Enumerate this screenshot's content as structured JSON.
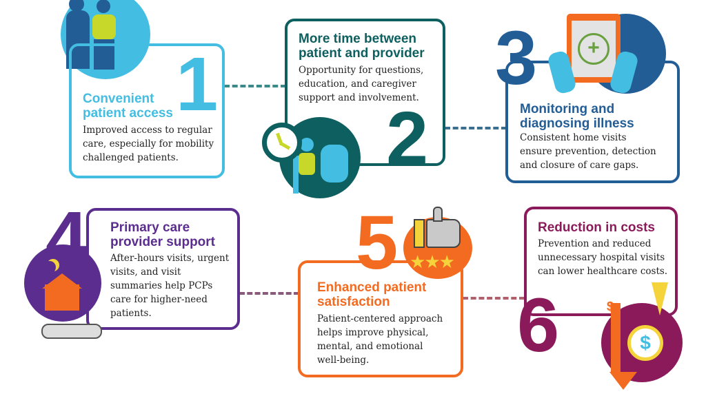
{
  "colors": {
    "cyan": "#44bde2",
    "teal": "#0e5f5f",
    "blue": "#235d96",
    "purple": "#5b2d8e",
    "orange": "#f26b21",
    "maroon": "#8b1a5a"
  },
  "steps": [
    {
      "number": "1",
      "title": "Convenient patient access",
      "body": "Improved access to regular care, especially for mobility challenged patients.",
      "icon": "nurse-and-patient-icon"
    },
    {
      "number": "2",
      "title": "More time between patient and provider",
      "body": "Opportunity for questions, education, and caregiver support and involvement.",
      "icon": "clock-and-visit-icon"
    },
    {
      "number": "3",
      "title": "Monitoring and diagnosing illness",
      "body": "Consistent home visits ensure prevention, detection and closure of care gaps.",
      "icon": "tablet-health-icon"
    },
    {
      "number": "4",
      "title": "Primary care provider support",
      "body": "After-hours visits, urgent visits, and visit summaries help PCPs care for higher-need patients.",
      "icon": "home-night-icon"
    },
    {
      "number": "5",
      "title": "Enhanced patient satisfaction",
      "body": "Patient-centered approach helps improve physical, mental, and emotional well-being.",
      "icon": "thumbs-up-stars-icon"
    },
    {
      "number": "6",
      "title": "Reduction in costs",
      "body": "Prevention and reduced unnecessary hospital visits can lower healthcare costs.",
      "icon": "dollar-down-icon"
    }
  ],
  "icon_text": {
    "dollar": "$",
    "star": "★"
  }
}
